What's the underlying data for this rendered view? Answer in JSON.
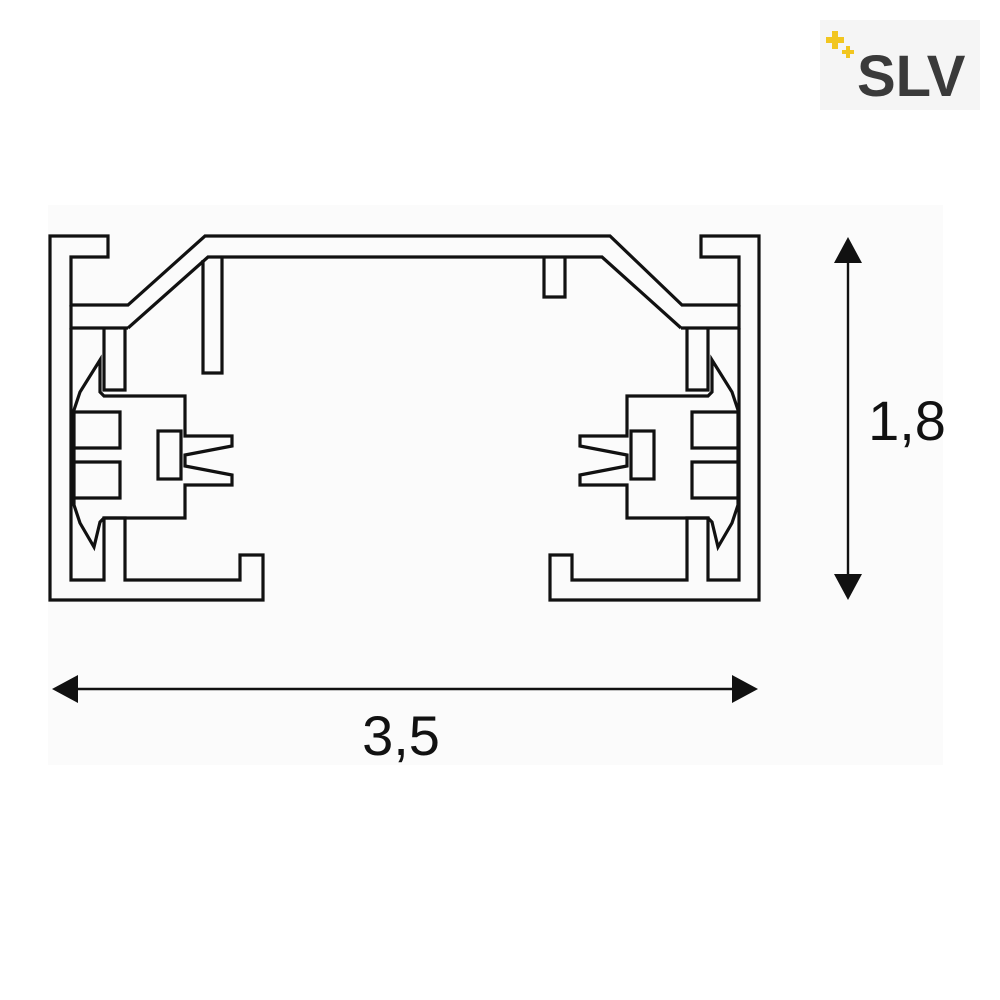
{
  "brand": {
    "name": "SLV",
    "plus_color": "#f2c61f",
    "text_color": "#3a3a3a"
  },
  "dimensions": {
    "width_label": "3,5",
    "height_label": "1,8"
  },
  "colors": {
    "line": "#111111",
    "panel_background": "#fbfbfb",
    "page_background": "#ffffff"
  }
}
